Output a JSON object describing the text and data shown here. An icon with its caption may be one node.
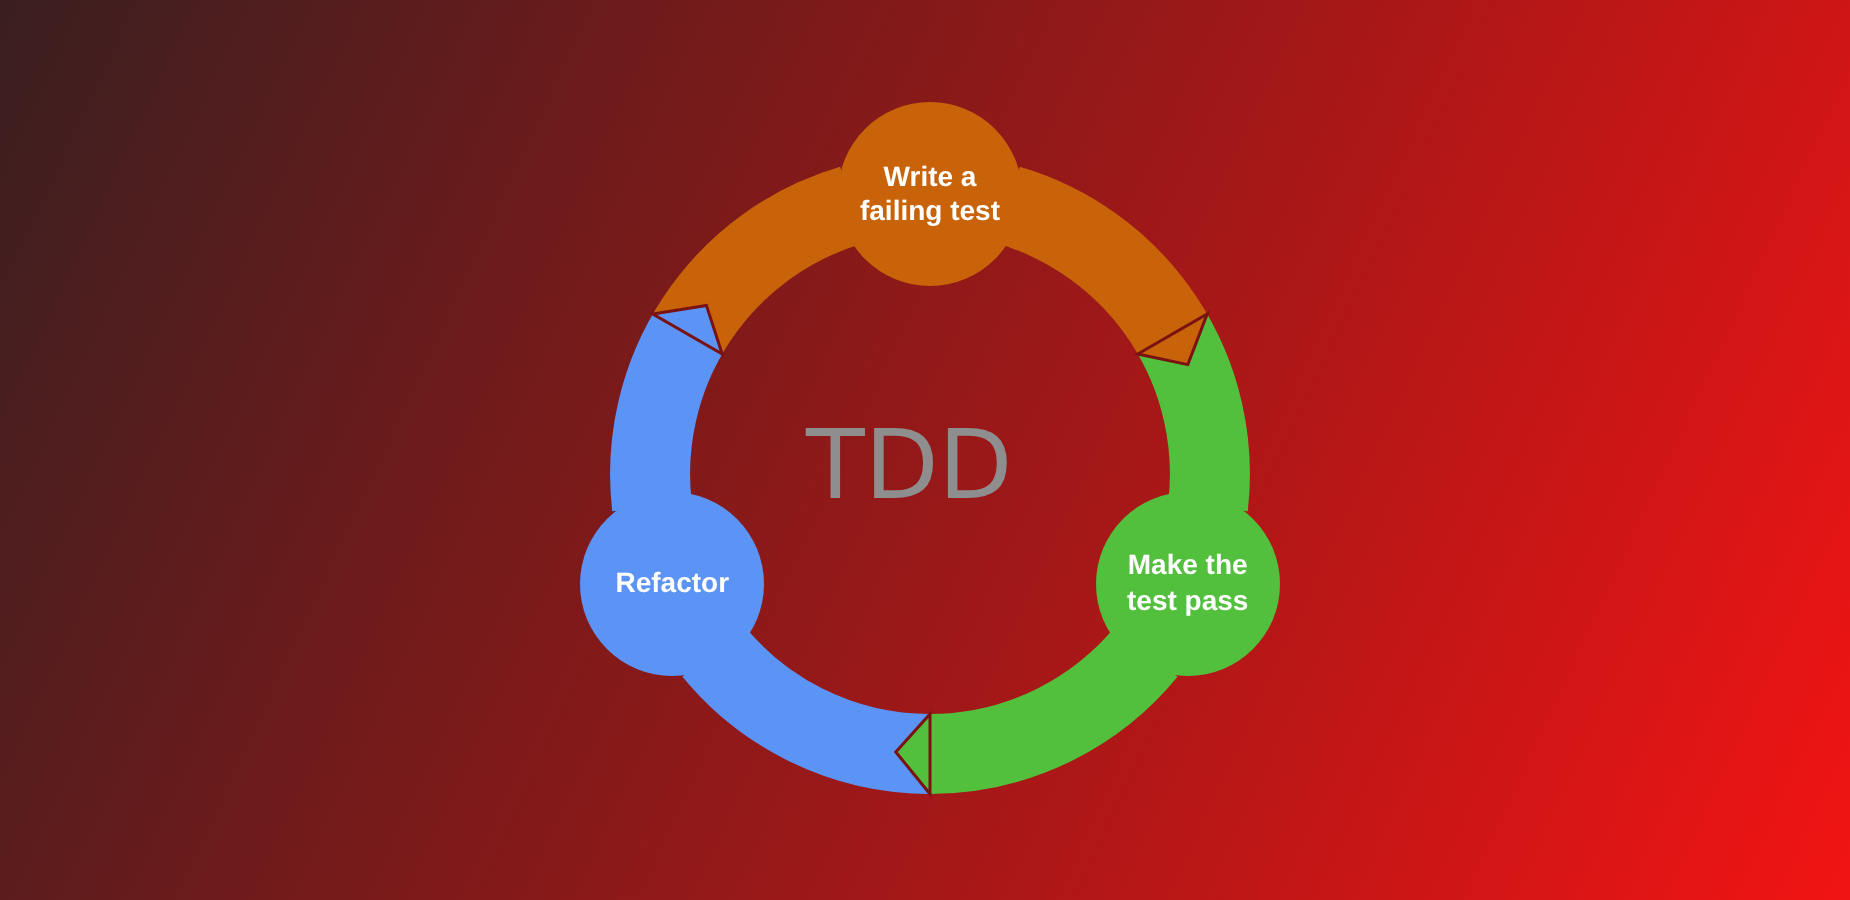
{
  "diagram": {
    "nodes": [
      {
        "text": [
          "Write a failing test"
        ]
      },
      {
        "text": [
          "Make the test pass"
        ]
      },
      {
        "text": [
          "Refactor"
        ]
      }
    ],
    "edges": [
      {
        "from": 0,
        "to": 1,
        "arrow": "to",
        "style": "thick",
        "color": "#c8630a"
      },
      {
        "from": 1,
        "to": 2,
        "arrow": "to",
        "style": "thick",
        "color": "#52c03c"
      },
      {
        "from": 2,
        "to": 0,
        "arrow": "to",
        "style": "thick",
        "color": "#5b94f5"
      }
    ],
    "labels": [
      "TDD"
    ]
  }
}
